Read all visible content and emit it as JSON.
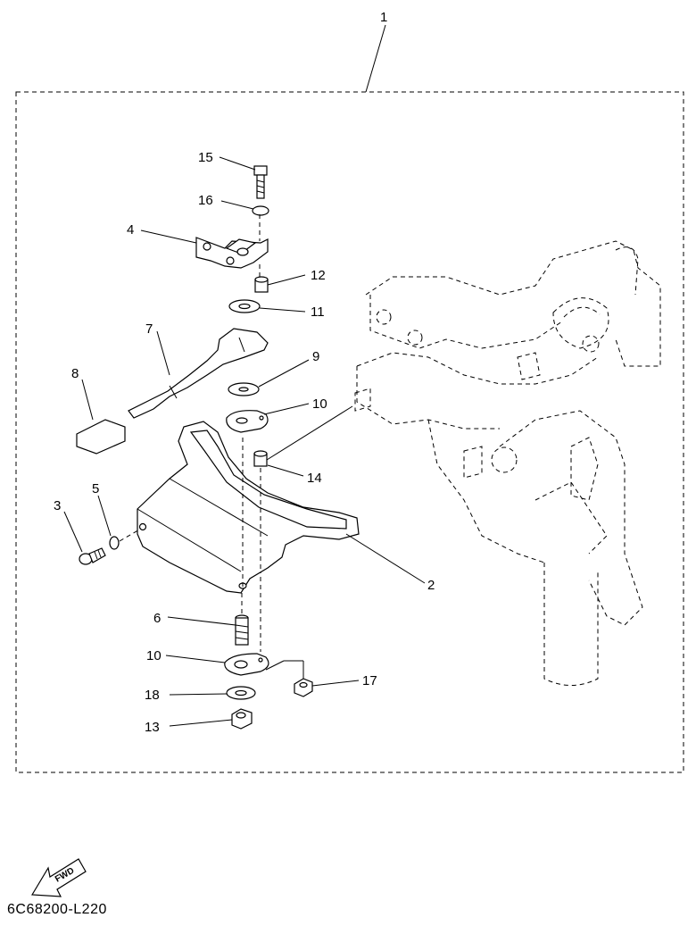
{
  "diagram": {
    "part_labels": {
      "p1": "1",
      "p2": "2",
      "p3": "3",
      "p4": "4",
      "p5": "5",
      "p6": "6",
      "p7": "7",
      "p8": "8",
      "p9": "9",
      "p10a": "10",
      "p10b": "10",
      "p11": "11",
      "p12": "12",
      "p13": "13",
      "p14": "14",
      "p15": "15",
      "p16": "16",
      "p17": "17",
      "p18": "18"
    },
    "fwd_arrow_label": "FWD",
    "drawing_code": "6C68200-L220"
  }
}
